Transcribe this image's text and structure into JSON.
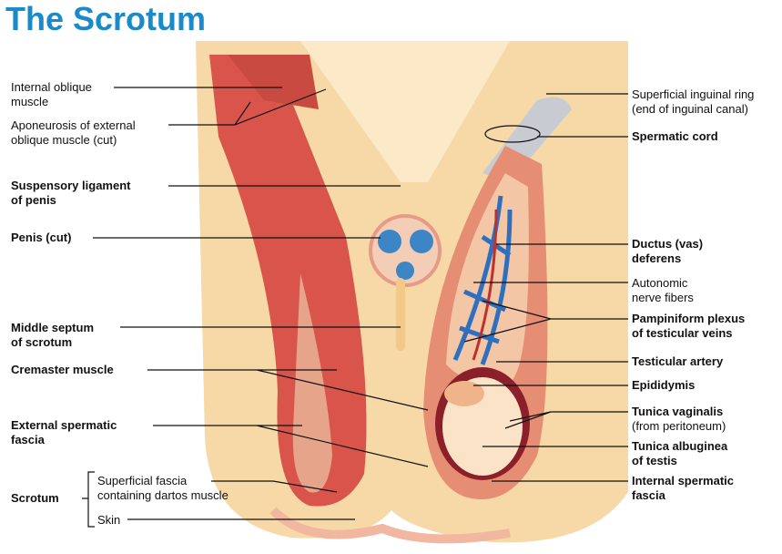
{
  "title": "The Scrotum",
  "left_labels": {
    "internal_oblique": {
      "line1": "Internal oblique",
      "line2": "muscle"
    },
    "aponeurosis": {
      "line1": "Aponeurosis of external",
      "line2": "oblique muscle (cut)"
    },
    "suspensory_ligament": {
      "line1": "Suspensory ligament",
      "line2": "of penis"
    },
    "penis": {
      "line1": "Penis (cut)"
    },
    "middle_septum": {
      "line1": "Middle septum",
      "line2": "of scrotum"
    },
    "cremaster": {
      "line1": "Cremaster muscle"
    },
    "external_spermatic_fascia": {
      "line1": "External spermatic",
      "line2": "fascia"
    },
    "scrotum": {
      "line1": "Scrotum"
    },
    "superficial_fascia": {
      "line1": "Superficial fascia",
      "line2": "containing dartos muscle"
    },
    "skin": {
      "line1": "Skin"
    }
  },
  "right_labels": {
    "inguinal_ring": {
      "line1": "Superficial inguinal ring",
      "line2": "(end of inguinal canal)"
    },
    "spermatic_cord": {
      "line1": "Spermatic cord"
    },
    "ductus_deferens": {
      "line1": "Ductus (vas)",
      "line2": "deferens"
    },
    "autonomic_nerve": {
      "line1": "Autonomic",
      "line2": "nerve fibers"
    },
    "pampiniform": {
      "line1": "Pampiniform plexus",
      "line2": "of testicular veins"
    },
    "testicular_artery": {
      "line1": "Testicular artery"
    },
    "epididymis": {
      "line1": "Epididymis"
    },
    "tunica_vaginalis": {
      "line1": "Tunica vaginalis",
      "line2": "(from peritoneum)"
    },
    "tunica_albuginea": {
      "line1": "Tunica albuginea",
      "line2": "of testis"
    },
    "internal_spermatic_fascia": {
      "line1": "Internal spermatic",
      "line2": "fascia"
    }
  },
  "colors": {
    "title": "#1a8ac8",
    "tissue": "#f6d9a6",
    "muscle": "#d9544a",
    "vein": "#2f6fbf",
    "skin": "#f2b7a0"
  }
}
